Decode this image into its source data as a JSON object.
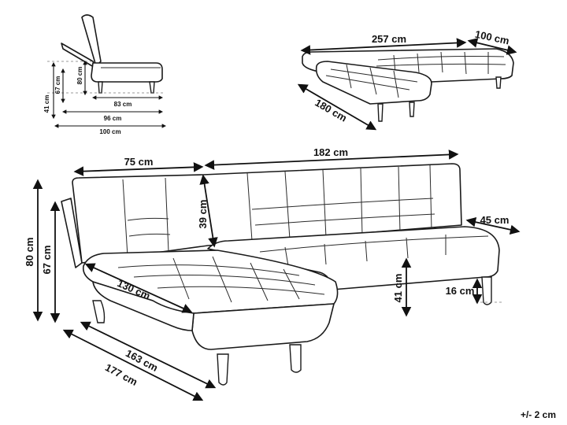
{
  "dimensions": {
    "top_left": {
      "width_100": "100 cm",
      "width_96": "96 cm",
      "width_83": "83 cm",
      "height_80": "80 cm",
      "height_67": "67 cm",
      "height_41": "41 cm"
    },
    "top_right": {
      "width_257": "257  cm",
      "depth_100": "100 cm",
      "chaise_180": "180 cm"
    },
    "main": {
      "width_75": "75 cm",
      "width_182": "182 cm",
      "back_39": "39 cm",
      "arm_45": "45 cm",
      "height_80": "80 cm",
      "height_67": "67 cm",
      "seat_41": "41 cm",
      "leg_16": "16 cm",
      "chaise_130": "130 cm",
      "chaise_163": "163 cm",
      "chaise_177": "177 cm"
    }
  },
  "tolerance": "+/- 2 cm"
}
